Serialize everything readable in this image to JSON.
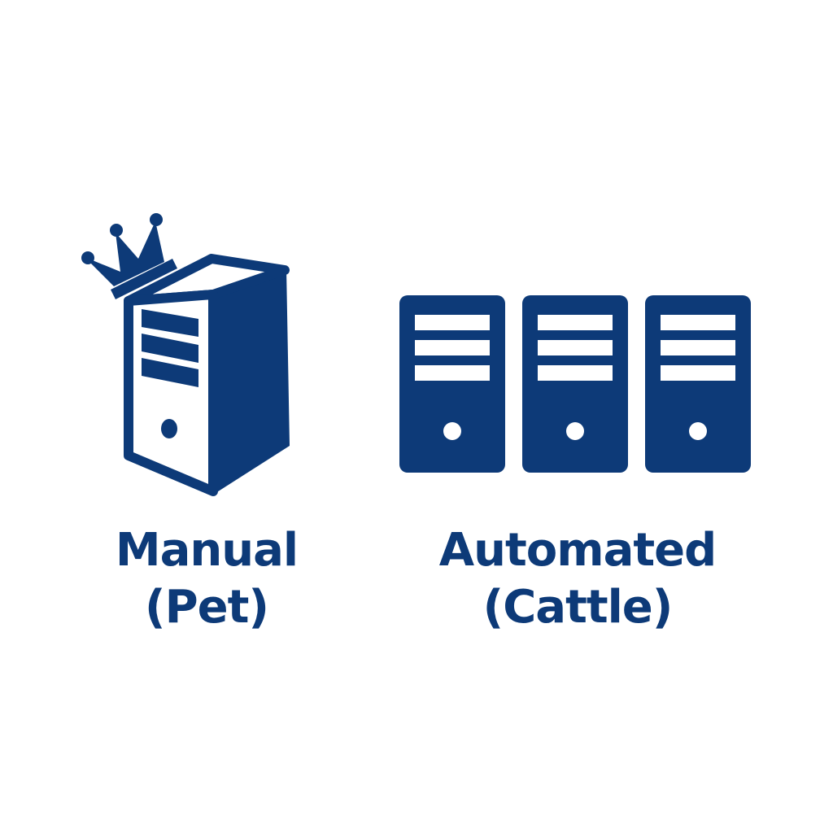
{
  "colors": {
    "primary": "#0d3a78",
    "background": "#ffffff"
  },
  "manual": {
    "icon": "crowned-server-tower-icon",
    "label_line1": "Manual",
    "label_line2": "(Pet)"
  },
  "automated": {
    "icon": "server-rack-icon",
    "server_count": 3,
    "label_line1": "Automated",
    "label_line2": "(Cattle)"
  }
}
